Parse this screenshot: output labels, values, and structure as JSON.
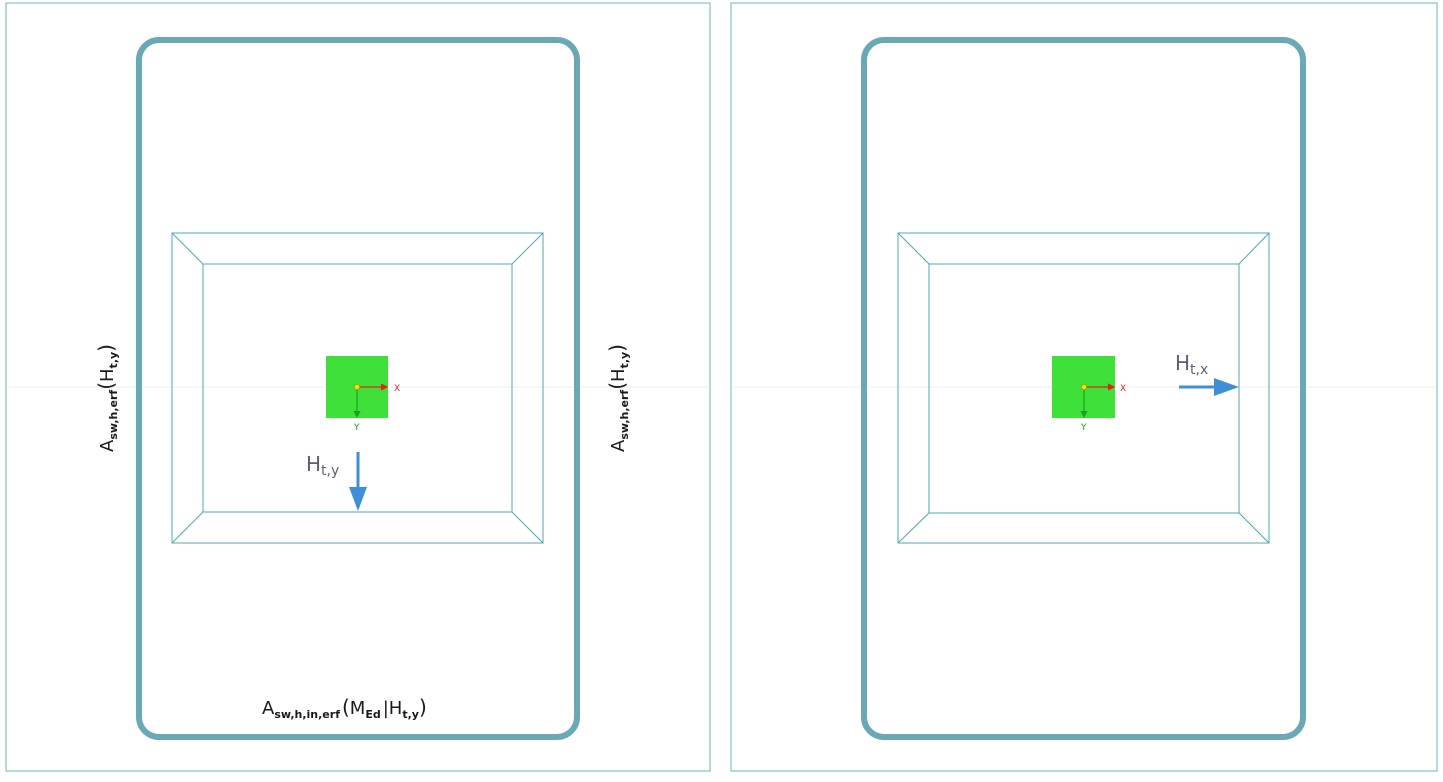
{
  "colors": {
    "panel_border": "#6fb3b8",
    "stirrup": "#6aa8b6",
    "opening_lines": "#4fa9ad",
    "column_fill": "#3fe03a",
    "arrow_blue": "#3f8fd6",
    "axis_x": "#e8201a",
    "axis_y": "#1aa31a",
    "origin_point": "#f5e400"
  },
  "icons": [
    "arrow-down-icon",
    "arrow-right-icon",
    "axis-triad-icon"
  ],
  "left_panel": {
    "left_label": {
      "main": "A",
      "sub": "sw,h,erf",
      "open": "(",
      "H": "H",
      "Hsub": "t,y",
      "close": ")"
    },
    "right_label": {
      "main": "A",
      "sub": "sw,h,erf",
      "open": "(",
      "H": "H",
      "Hsub": "t,y",
      "close": ")"
    },
    "bottom_label": {
      "main": "A",
      "sub": "sw,h,in,erf",
      "open": "(",
      "M": "M",
      "Msub": "Ed",
      "sep": "|",
      "H": "H",
      "Hsub": "t,y",
      "close": ")"
    },
    "force": {
      "main": "H",
      "sub": "t,y"
    },
    "axis_x": "X",
    "axis_y": "Y"
  },
  "right_panel": {
    "force": {
      "main": "H",
      "sub": "t,x"
    },
    "axis_x": "X",
    "axis_y": "Y"
  }
}
